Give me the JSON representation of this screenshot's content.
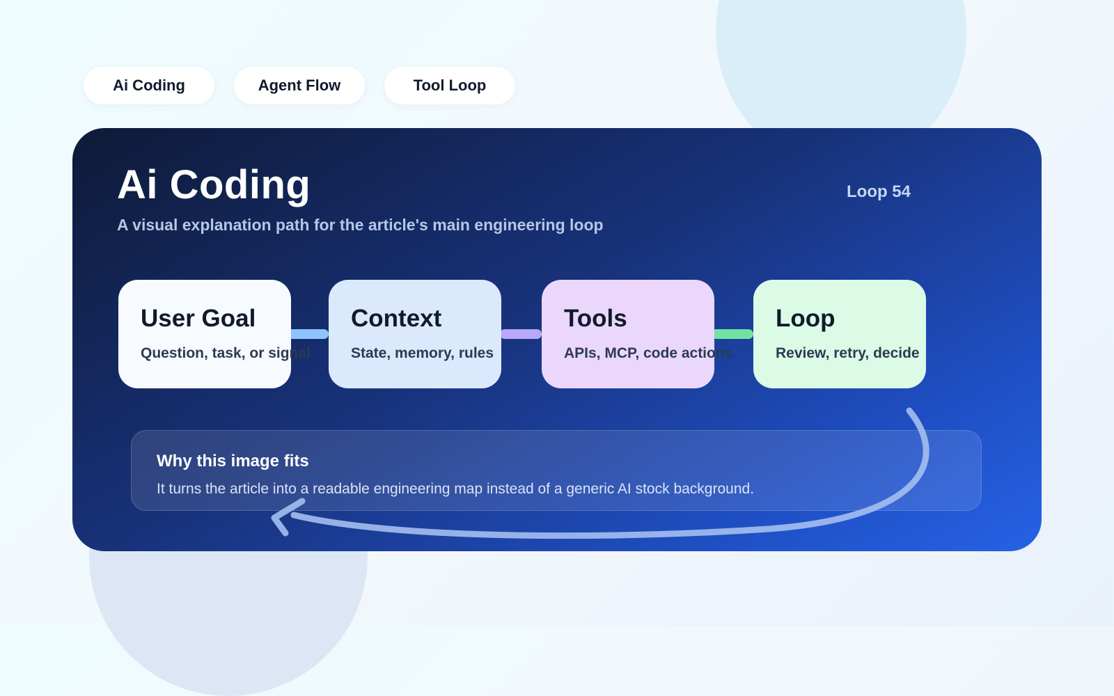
{
  "tags": [
    "Ai Coding",
    "Agent Flow",
    "Tool Loop"
  ],
  "header": {
    "title": "Ai Coding",
    "subtitle": "A visual explanation path for the article's main engineering loop",
    "badge": "Loop 54"
  },
  "flow": [
    {
      "title": "User Goal",
      "desc": "Question, task, or signal"
    },
    {
      "title": "Context",
      "desc": "State, memory, rules"
    },
    {
      "title": "Tools",
      "desc": "APIs, MCP, code actions"
    },
    {
      "title": "Loop",
      "desc": "Review, retry, decide"
    }
  ],
  "note": {
    "title": "Why this image fits",
    "text": "It turns the article into a readable engineering map instead of a generic AI stock background."
  },
  "colors": {
    "card_start": "#0e1a37",
    "card_end": "#2662e6",
    "connector_1": "#8ec3ff",
    "connector_2": "#b7a8f8",
    "connector_3": "#70e3a2"
  }
}
